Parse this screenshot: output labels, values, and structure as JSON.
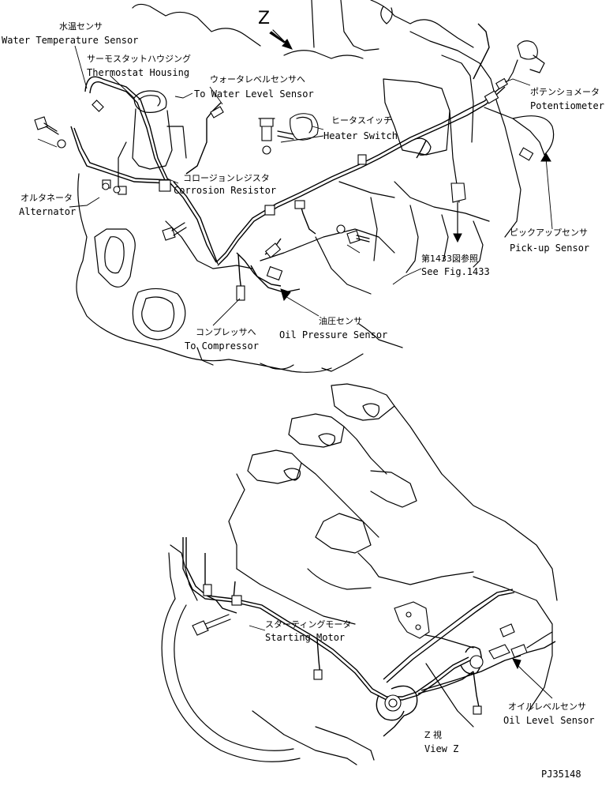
{
  "top_view": {
    "view_marker": "Z",
    "labels": {
      "water_temp_jp": "水温センサ",
      "water_temp_en": "Water Temperature Sensor",
      "thermostat_jp": "サーモスタットハウジング",
      "thermostat_en": "Thermostat Housing",
      "water_level_jp": "ウォータレベルセンサへ",
      "water_level_en": "To Water Level Sensor",
      "potentiometer_jp": "ポテンショメータ",
      "potentiometer_en": "Potentiometer",
      "heater_switch_jp": "ヒータスイッチ",
      "heater_switch_en": "Heater Switch",
      "corrosion_jp": "コロージョンレジスタ",
      "corrosion_en": "Corrosion Resistor",
      "alternator_jp": "オルタネータ",
      "alternator_en": "Alternator",
      "pickup_jp": "ピックアップセンサ",
      "pickup_en": "Pick-up Sensor",
      "see_fig_jp": "第1433図参照",
      "see_fig_en": "See Fig.1433",
      "oil_pressure_jp": "油圧センサ",
      "oil_pressure_en": "Oil Pressure Sensor",
      "compressor_jp": "コンプレッサへ",
      "compressor_en": "To Compressor"
    }
  },
  "bottom_view": {
    "labels": {
      "starting_motor_jp": "スターティングモータ",
      "starting_motor_en": "Starting Motor",
      "oil_level_jp": "オイルレベルセンサ",
      "oil_level_en": "Oil Level Sensor",
      "view_z_jp": "Z 視",
      "view_z_en": "View Z"
    }
  },
  "figure_code": "PJ35148"
}
